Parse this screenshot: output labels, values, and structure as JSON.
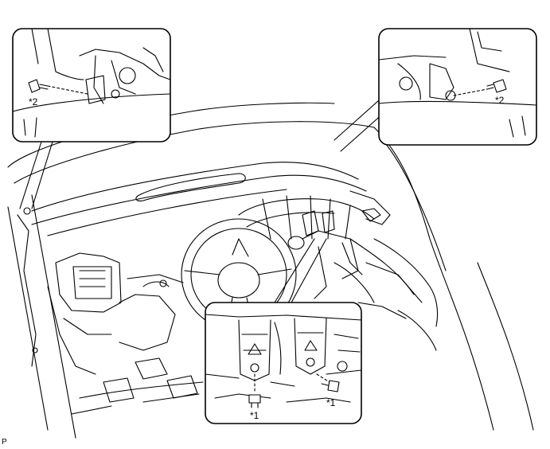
{
  "callouts": {
    "top_left": {
      "label": "*2"
    },
    "top_right": {
      "label": "*2"
    },
    "bottom": {
      "label_left": "*1",
      "label_right": "*1"
    }
  },
  "figure_code": "P",
  "colors": {
    "line": "#000000",
    "background": "#ffffff"
  }
}
